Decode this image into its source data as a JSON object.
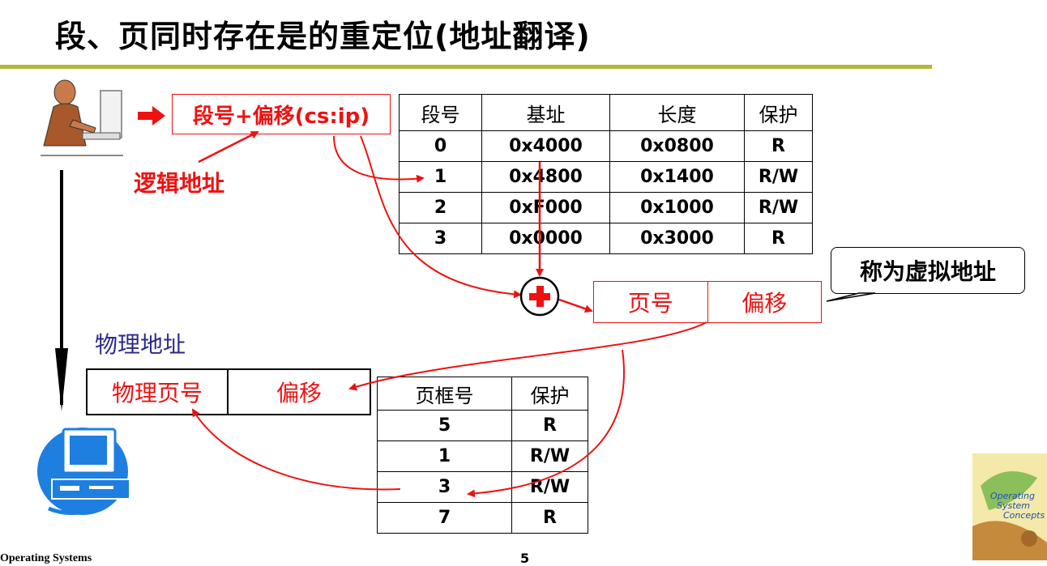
{
  "slide": {
    "title": "段、页同时存在是的重定位(地址翻译)",
    "logical_address": "段号+偏移(cs:ip)",
    "logical_address_label": "逻辑地址",
    "virtual_address": {
      "page_no": "页号",
      "offset": "偏移"
    },
    "virtual_address_callout": "称为虚拟地址",
    "physical_address_label": "物理地址",
    "physical_address": {
      "frame_no": "物理页号",
      "offset": "偏移"
    },
    "adder_symbol": "+",
    "footer_left": "Operating Systems",
    "page_number": "5"
  },
  "segment_table": {
    "headers": [
      "段号",
      "基址",
      "长度",
      "保护"
    ],
    "rows": [
      [
        "0",
        "0x4000",
        "0x0800",
        "R"
      ],
      [
        "1",
        "0x4800",
        "0x1400",
        "R/W"
      ],
      [
        "2",
        "0xF000",
        "0x1000",
        "R/W"
      ],
      [
        "3",
        "0x0000",
        "0x3000",
        "R"
      ]
    ]
  },
  "page_table": {
    "headers": [
      "页框号",
      "保护"
    ],
    "rows": [
      [
        "5",
        "R"
      ],
      [
        "1",
        "R/W"
      ],
      [
        "3",
        "R/W"
      ],
      [
        "7",
        "R"
      ]
    ]
  },
  "colors": {
    "accent": "#e11111",
    "rule": "#b5b73a",
    "label_blue": "#2a2a8a"
  },
  "icons": [
    "user-at-computer-icon",
    "computer-icon",
    "book-cover-icon",
    "right-arrow-icon"
  ]
}
